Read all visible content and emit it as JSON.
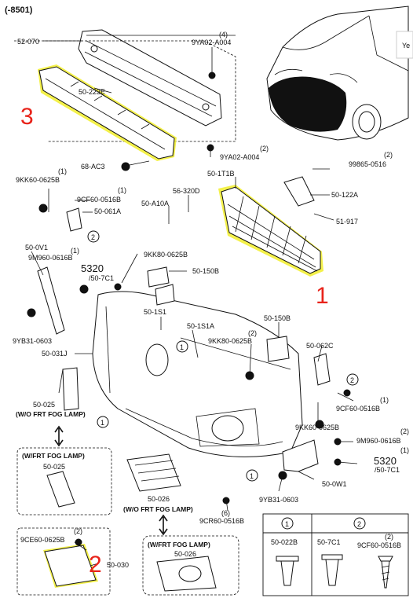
{
  "header": {
    "code": "(-8501)",
    "car_text": "Ye"
  },
  "callouts": {
    "one": "1",
    "two": "2",
    "three": "3"
  },
  "labels": {
    "l52070": "52-070",
    "l9ya02a004_top": "9YA02-A004",
    "qty4": "(4)",
    "l50223e": "50-223E",
    "l9ya02a004_mid": "9YA02-A004",
    "qty2_a": "(2)",
    "l68ac3": "68-AC3",
    "l9kk60_0625b": "9KK60-0625B",
    "qty1_a": "(1)",
    "l9cf60_0516b": "9CF60-0516B",
    "qty1_b": "(1)",
    "l50061a": "50-061A",
    "l50a10a": "50-A10A",
    "l56320d": "56-320D",
    "l501t1b": "50-1T1B",
    "l99865_0516": "99865-0516",
    "qty2_b": "(2)",
    "l50122a": "50-122A",
    "l51917": "51-917",
    "l500v1": "50-0V1",
    "l9m960_0616b": "9M960-0616B",
    "qty1_c": "(1)",
    "l5320_a": "5320",
    "l507c1_a": "/50-7C1",
    "l9kk80_0625b_a": "9KK80-0625B",
    "qty2_c": "(2)",
    "l50150b_a": "50-150B",
    "l501s1": "50-1S1",
    "l501s1a": "50-1S1A",
    "l50150b_b": "50-150B",
    "l9kk80_0625b_b": "9KK80-0625B",
    "qty2_d": "(2)",
    "l9yb31_0603_a": "9YB31-0603",
    "l50031j": "50-031J",
    "l50062c": "50-062C",
    "l9cf60_0516b_r": "9CF60-0516B",
    "qty1_d": "(1)",
    "l50025_a": "50-025",
    "wo_fog_a": "(W/O FRT FOG LAMP)",
    "l9kk60_0625b_r": "9KK60-0625B",
    "l9m960_0616b_r": "9M960-0616B",
    "qty1_e": "(1)",
    "l5320_b": "5320",
    "l507c1_b": "/50-7C1",
    "w_fog_a": "(W/FRT FOG LAMP)",
    "l50025_b": "50-025",
    "l500w1": "50-0W1",
    "l9yb31_0603_b": "9YB31-0603",
    "qty2_e": "(2)",
    "l50026_a": "50-026",
    "wo_fog_b": "(W/O FRT FOG LAMP)",
    "l9cr60_0516b": "9CR60-0516B",
    "qty6": "(6)",
    "l9ce60_0625b": "9CE60-0625B",
    "qty2_f": "(2)",
    "l50030": "50-030",
    "w_fog_b": "(W/FRT FOG LAMP)",
    "l50026_b": "50-026"
  },
  "legend": {
    "c1": "1",
    "c2": "2",
    "p1": "50-022B",
    "p2": "50-7C1",
    "p3": "9CF60-0516B",
    "qty": "(2)"
  },
  "markers": {
    "one": "1",
    "two": "2"
  },
  "colors": {
    "highlight": "#f2ee2b",
    "callout": "#e8231a",
    "line": "#111111"
  }
}
